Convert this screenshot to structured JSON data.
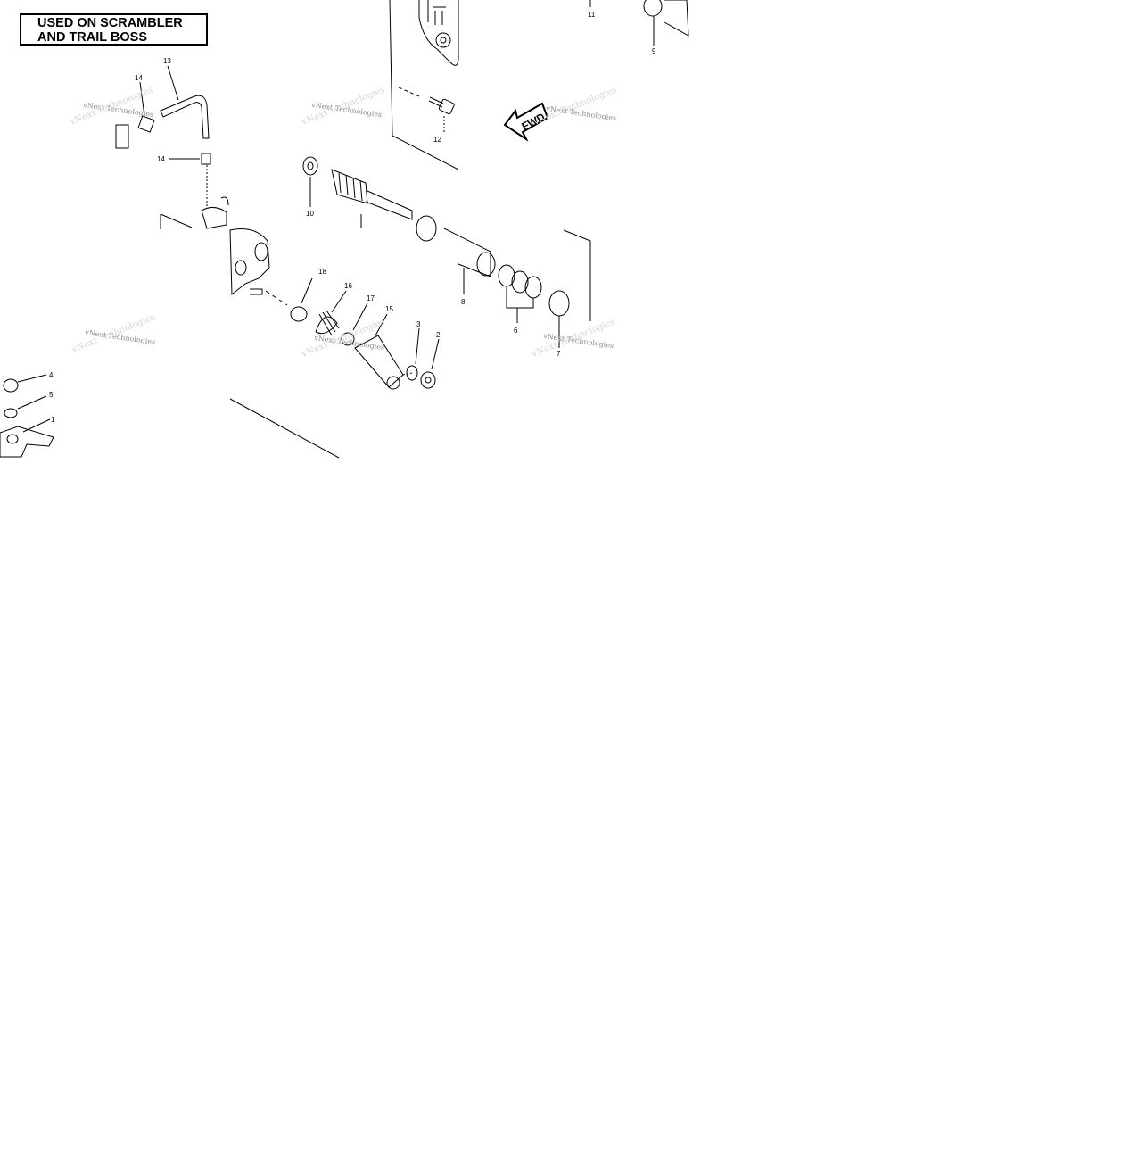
{
  "header": {
    "line1": "USED ON SCRAMBLER",
    "line2": "AND TRAIL BOSS"
  },
  "direction_label": "FWD",
  "watermark": "vNext Technologies",
  "callouts": {
    "c1": "1",
    "c2": "2",
    "c3": "3",
    "c4": "4",
    "c5": "5",
    "c6": "6",
    "c7": "7",
    "c8": "8",
    "c9": "9",
    "c10": "10",
    "c11": "11",
    "c12": "12",
    "c13": "13",
    "c14a": "14",
    "c14b": "14",
    "c15": "15",
    "c16": "16",
    "c17": "17",
    "c18": "18"
  },
  "colors": {
    "line": "#000000",
    "watermark": "#8a8a8a",
    "background": "#ffffff"
  }
}
